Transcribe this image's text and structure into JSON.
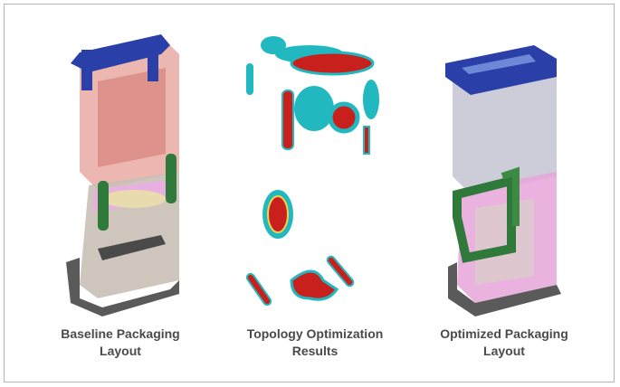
{
  "figure": {
    "panels": [
      {
        "caption_line1": "Baseline Packaging",
        "caption_line2": "Layout"
      },
      {
        "caption_line1": "Topology Optimization",
        "caption_line2": "Results"
      },
      {
        "caption_line1": "Optimized Packaging",
        "caption_line2": "Layout"
      }
    ],
    "colors": {
      "frame": "#b5b5b5",
      "caption": "#4a4a4a",
      "bracket": "#2a3fa8",
      "red": "#c8201c",
      "cyan": "#22b8c0",
      "green": "#2f7a3a",
      "pink": "#e6a4d8"
    }
  }
}
